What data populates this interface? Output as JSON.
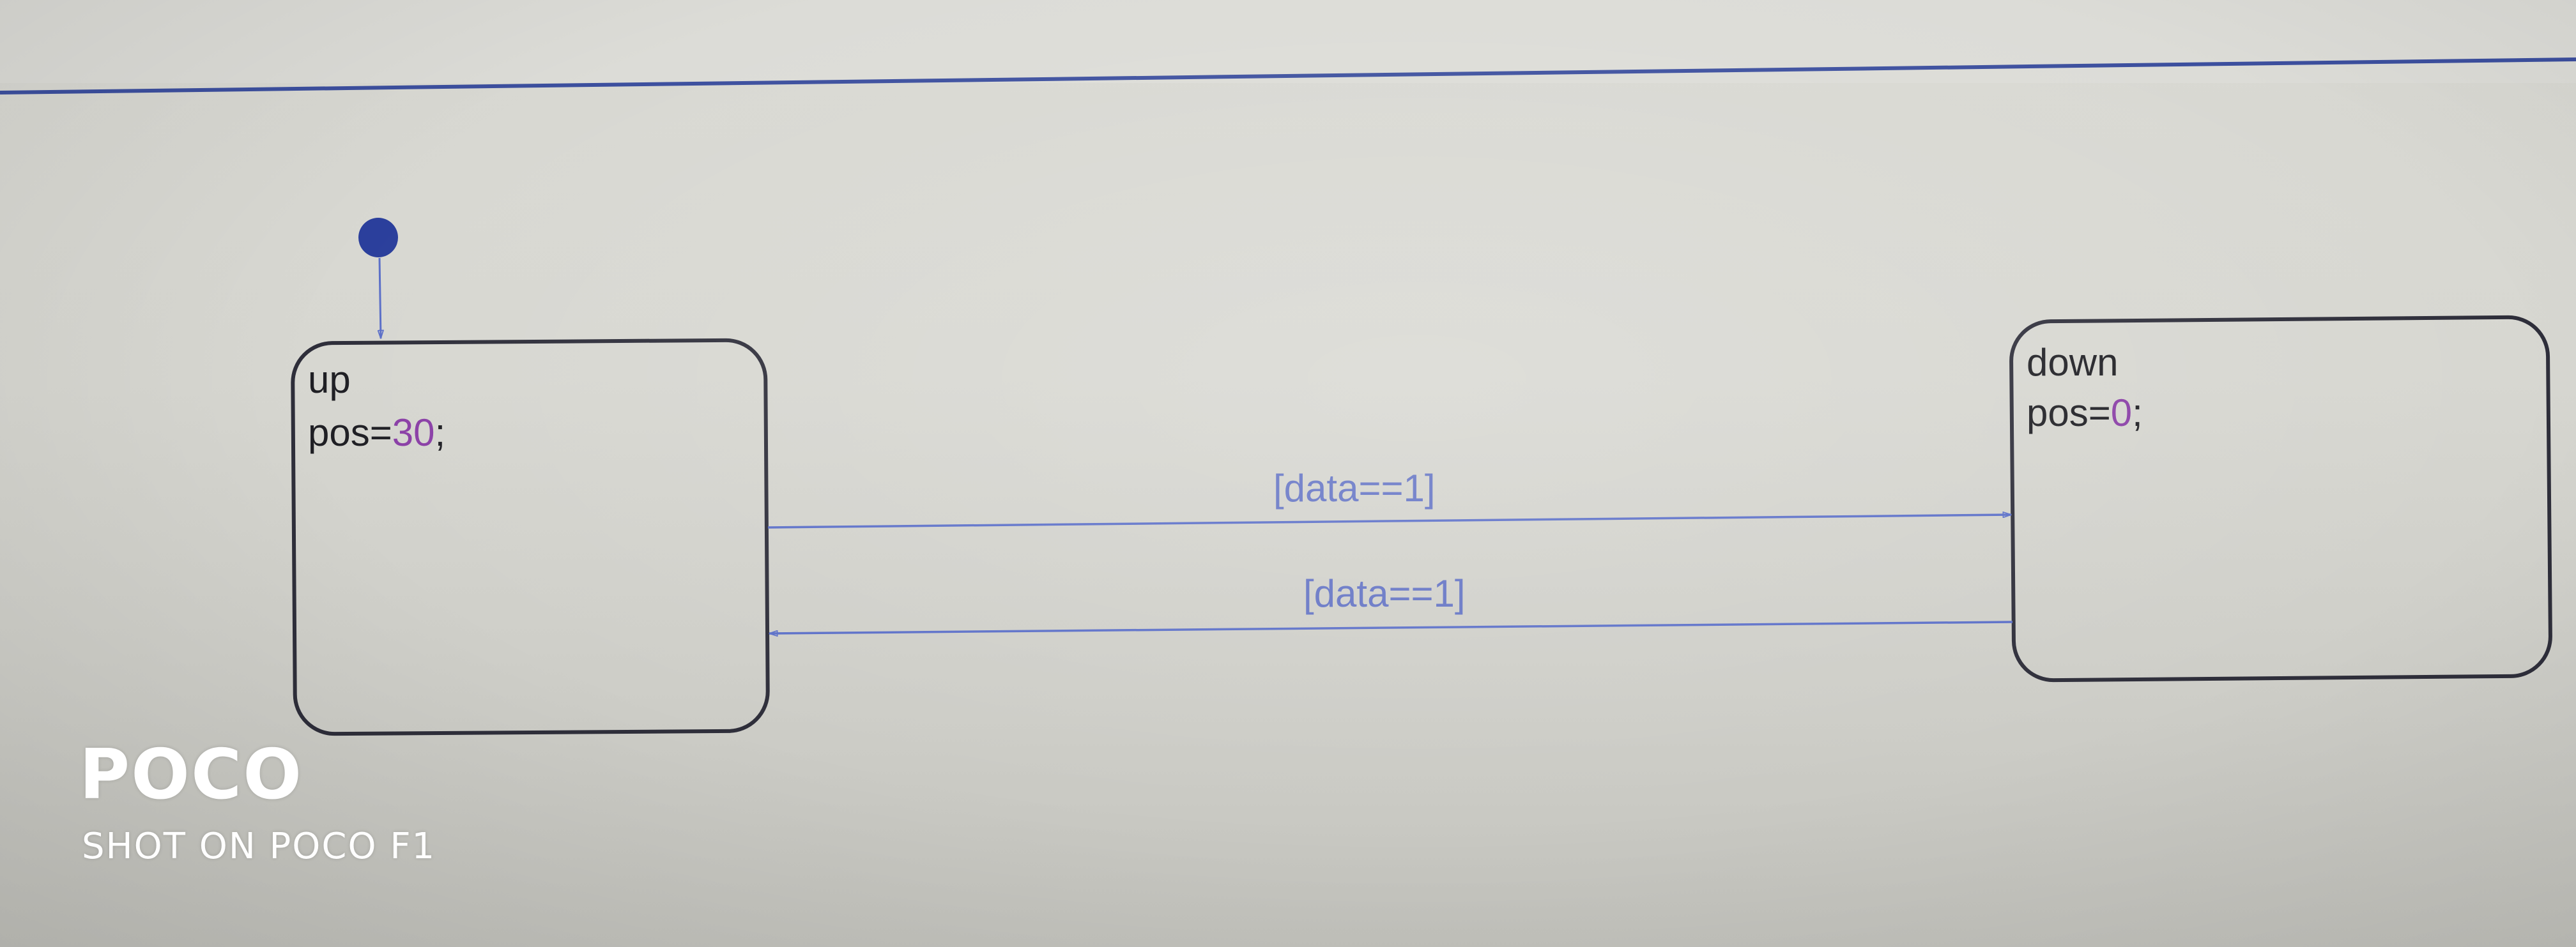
{
  "diagram": {
    "states": [
      {
        "name": "up",
        "action_prefix": "pos=",
        "action_value": "30",
        "action_suffix": ";"
      },
      {
        "name": "down",
        "action_prefix": "pos=",
        "action_value": "0",
        "action_suffix": ";"
      }
    ],
    "transitions": [
      {
        "from": "up",
        "to": "down",
        "guard": "[data==1]"
      },
      {
        "from": "down",
        "to": "up",
        "guard": "[data==1]"
      }
    ],
    "default_transition": {
      "to": "up"
    }
  },
  "watermark": {
    "brand": "POCO",
    "subtitle": "SHOT ON POCO F1"
  },
  "colors": {
    "state_border": "#2e2e3a",
    "transition_line": "#5b6fc8",
    "guard_text": "#6474c4",
    "numeric_literal": "#8a3fa6",
    "default_dot": "#2b3f9c",
    "separator_line": "#3c4f9e"
  }
}
